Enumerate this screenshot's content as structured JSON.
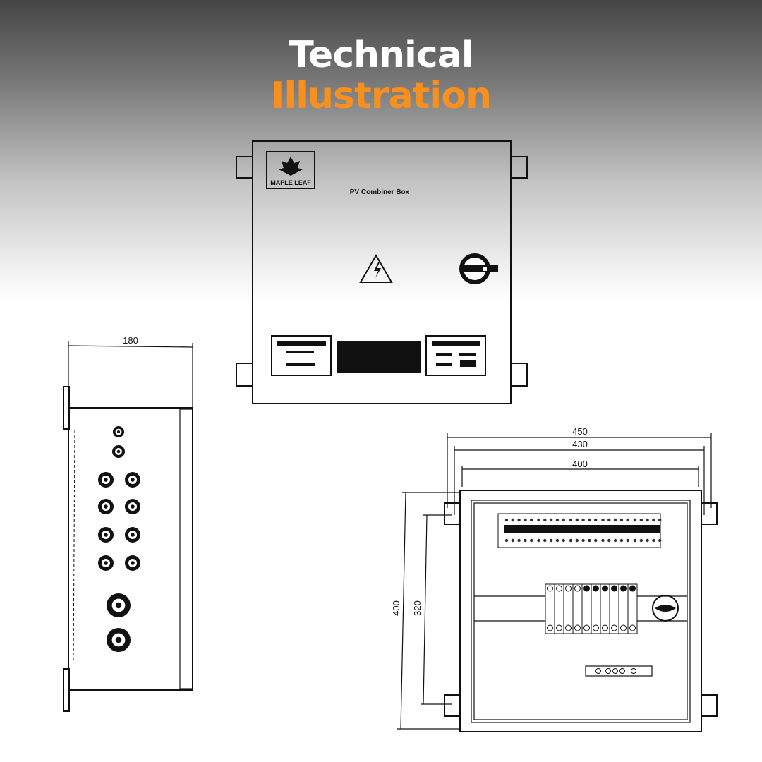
{
  "heading": {
    "line1": "Technical",
    "line2": "Illustration",
    "line1_color": "#ffffff",
    "line2_color": "#f7901e"
  },
  "front_view": {
    "logo_text": "MAPLE LEAF",
    "label": "PV Combiner Box",
    "warning_icon": "high-voltage-icon",
    "lock_icon": "rotary-lock-icon"
  },
  "side_view": {
    "width_dimension": "180"
  },
  "internal_view": {
    "dimensions": {
      "overall_width": "450",
      "mounting_width": "430",
      "body_width": "400",
      "body_height": "400",
      "mounting_height": "320"
    }
  }
}
